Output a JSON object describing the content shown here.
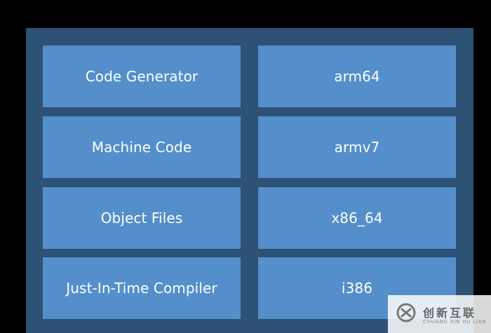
{
  "colors": {
    "background": "#000000",
    "panel": "#2e5176",
    "cell": "#548fcb",
    "text": "#ffffff"
  },
  "left_column": [
    {
      "label": "Code Generator"
    },
    {
      "label": "Machine Code"
    },
    {
      "label": "Object Files"
    },
    {
      "label": "Just-In-Time Compiler"
    }
  ],
  "right_column": [
    {
      "label": "arm64"
    },
    {
      "label": "armv7"
    },
    {
      "label": "x86_64"
    },
    {
      "label": "i386"
    }
  ],
  "watermark": {
    "main": "创新互联",
    "sub": "CHUANG XIN HU LIAN",
    "icon": "chuangxin-logo-icon"
  }
}
